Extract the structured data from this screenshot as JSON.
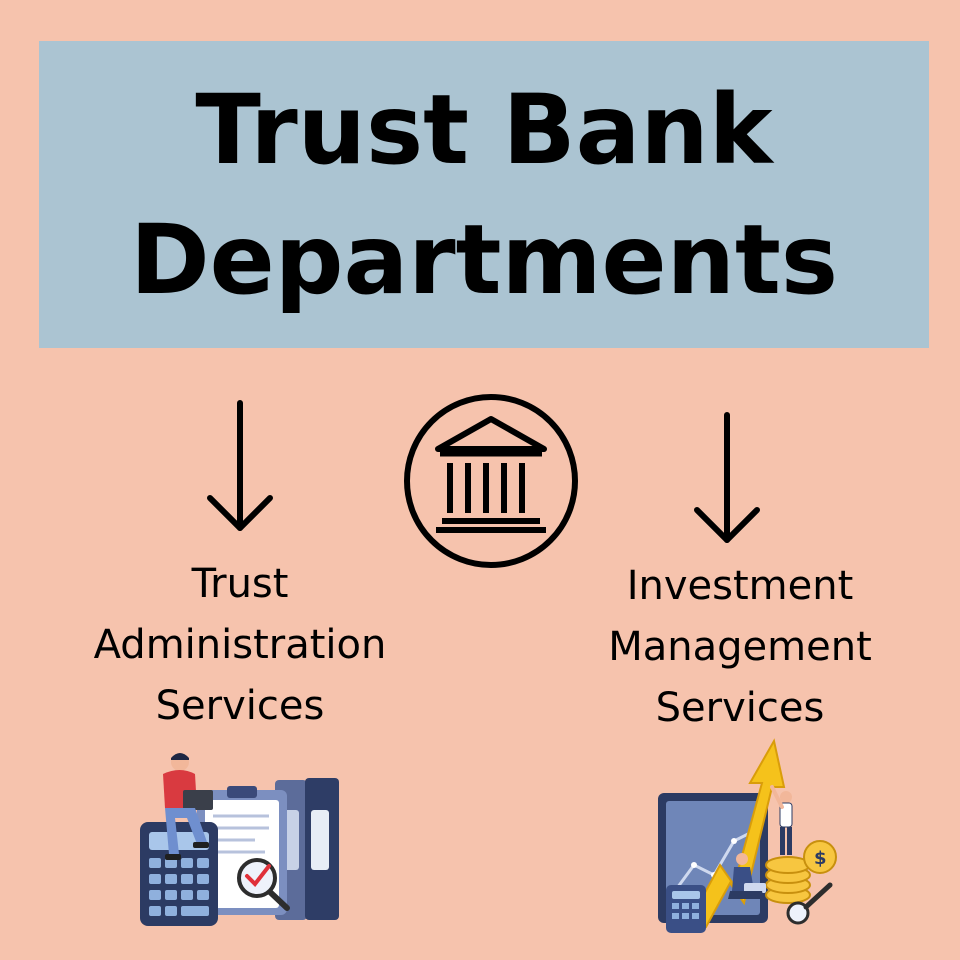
{
  "title": {
    "line1": "Trust Bank",
    "line2": "Departments"
  },
  "left_branch": {
    "line1": "Trust",
    "line2": "Administration",
    "line3": "Services"
  },
  "right_branch": {
    "line1": "Investment",
    "line2": "Management",
    "line3": "Services"
  },
  "icons": {
    "center": "bank-building-icon",
    "left_arrow": "arrow-down-icon",
    "right_arrow": "arrow-down-icon",
    "left_illustration": "trust-administration-illustration",
    "right_illustration": "investment-growth-illustration"
  },
  "colors": {
    "background": "#f6c3ad",
    "title_box": "#abc4d2",
    "text": "#000000"
  }
}
